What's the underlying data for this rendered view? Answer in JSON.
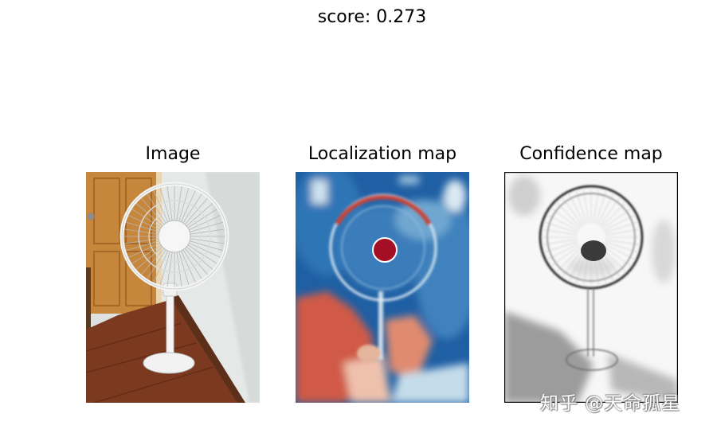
{
  "figure": {
    "suptitle": "score: 0.273"
  },
  "panels": [
    {
      "title": "Image"
    },
    {
      "title": "Localization map"
    },
    {
      "title": "Confidence map"
    }
  ],
  "watermark": {
    "text": "知乎 @天命孤星"
  },
  "colors": {
    "heatmap_high": "#a50f26",
    "heatmap_mid_warm": "#d05a46",
    "heatmap_low": "#1f5fa3",
    "confidence_dark": "#3a3a3a",
    "confidence_light": "#f7f7f7"
  }
}
